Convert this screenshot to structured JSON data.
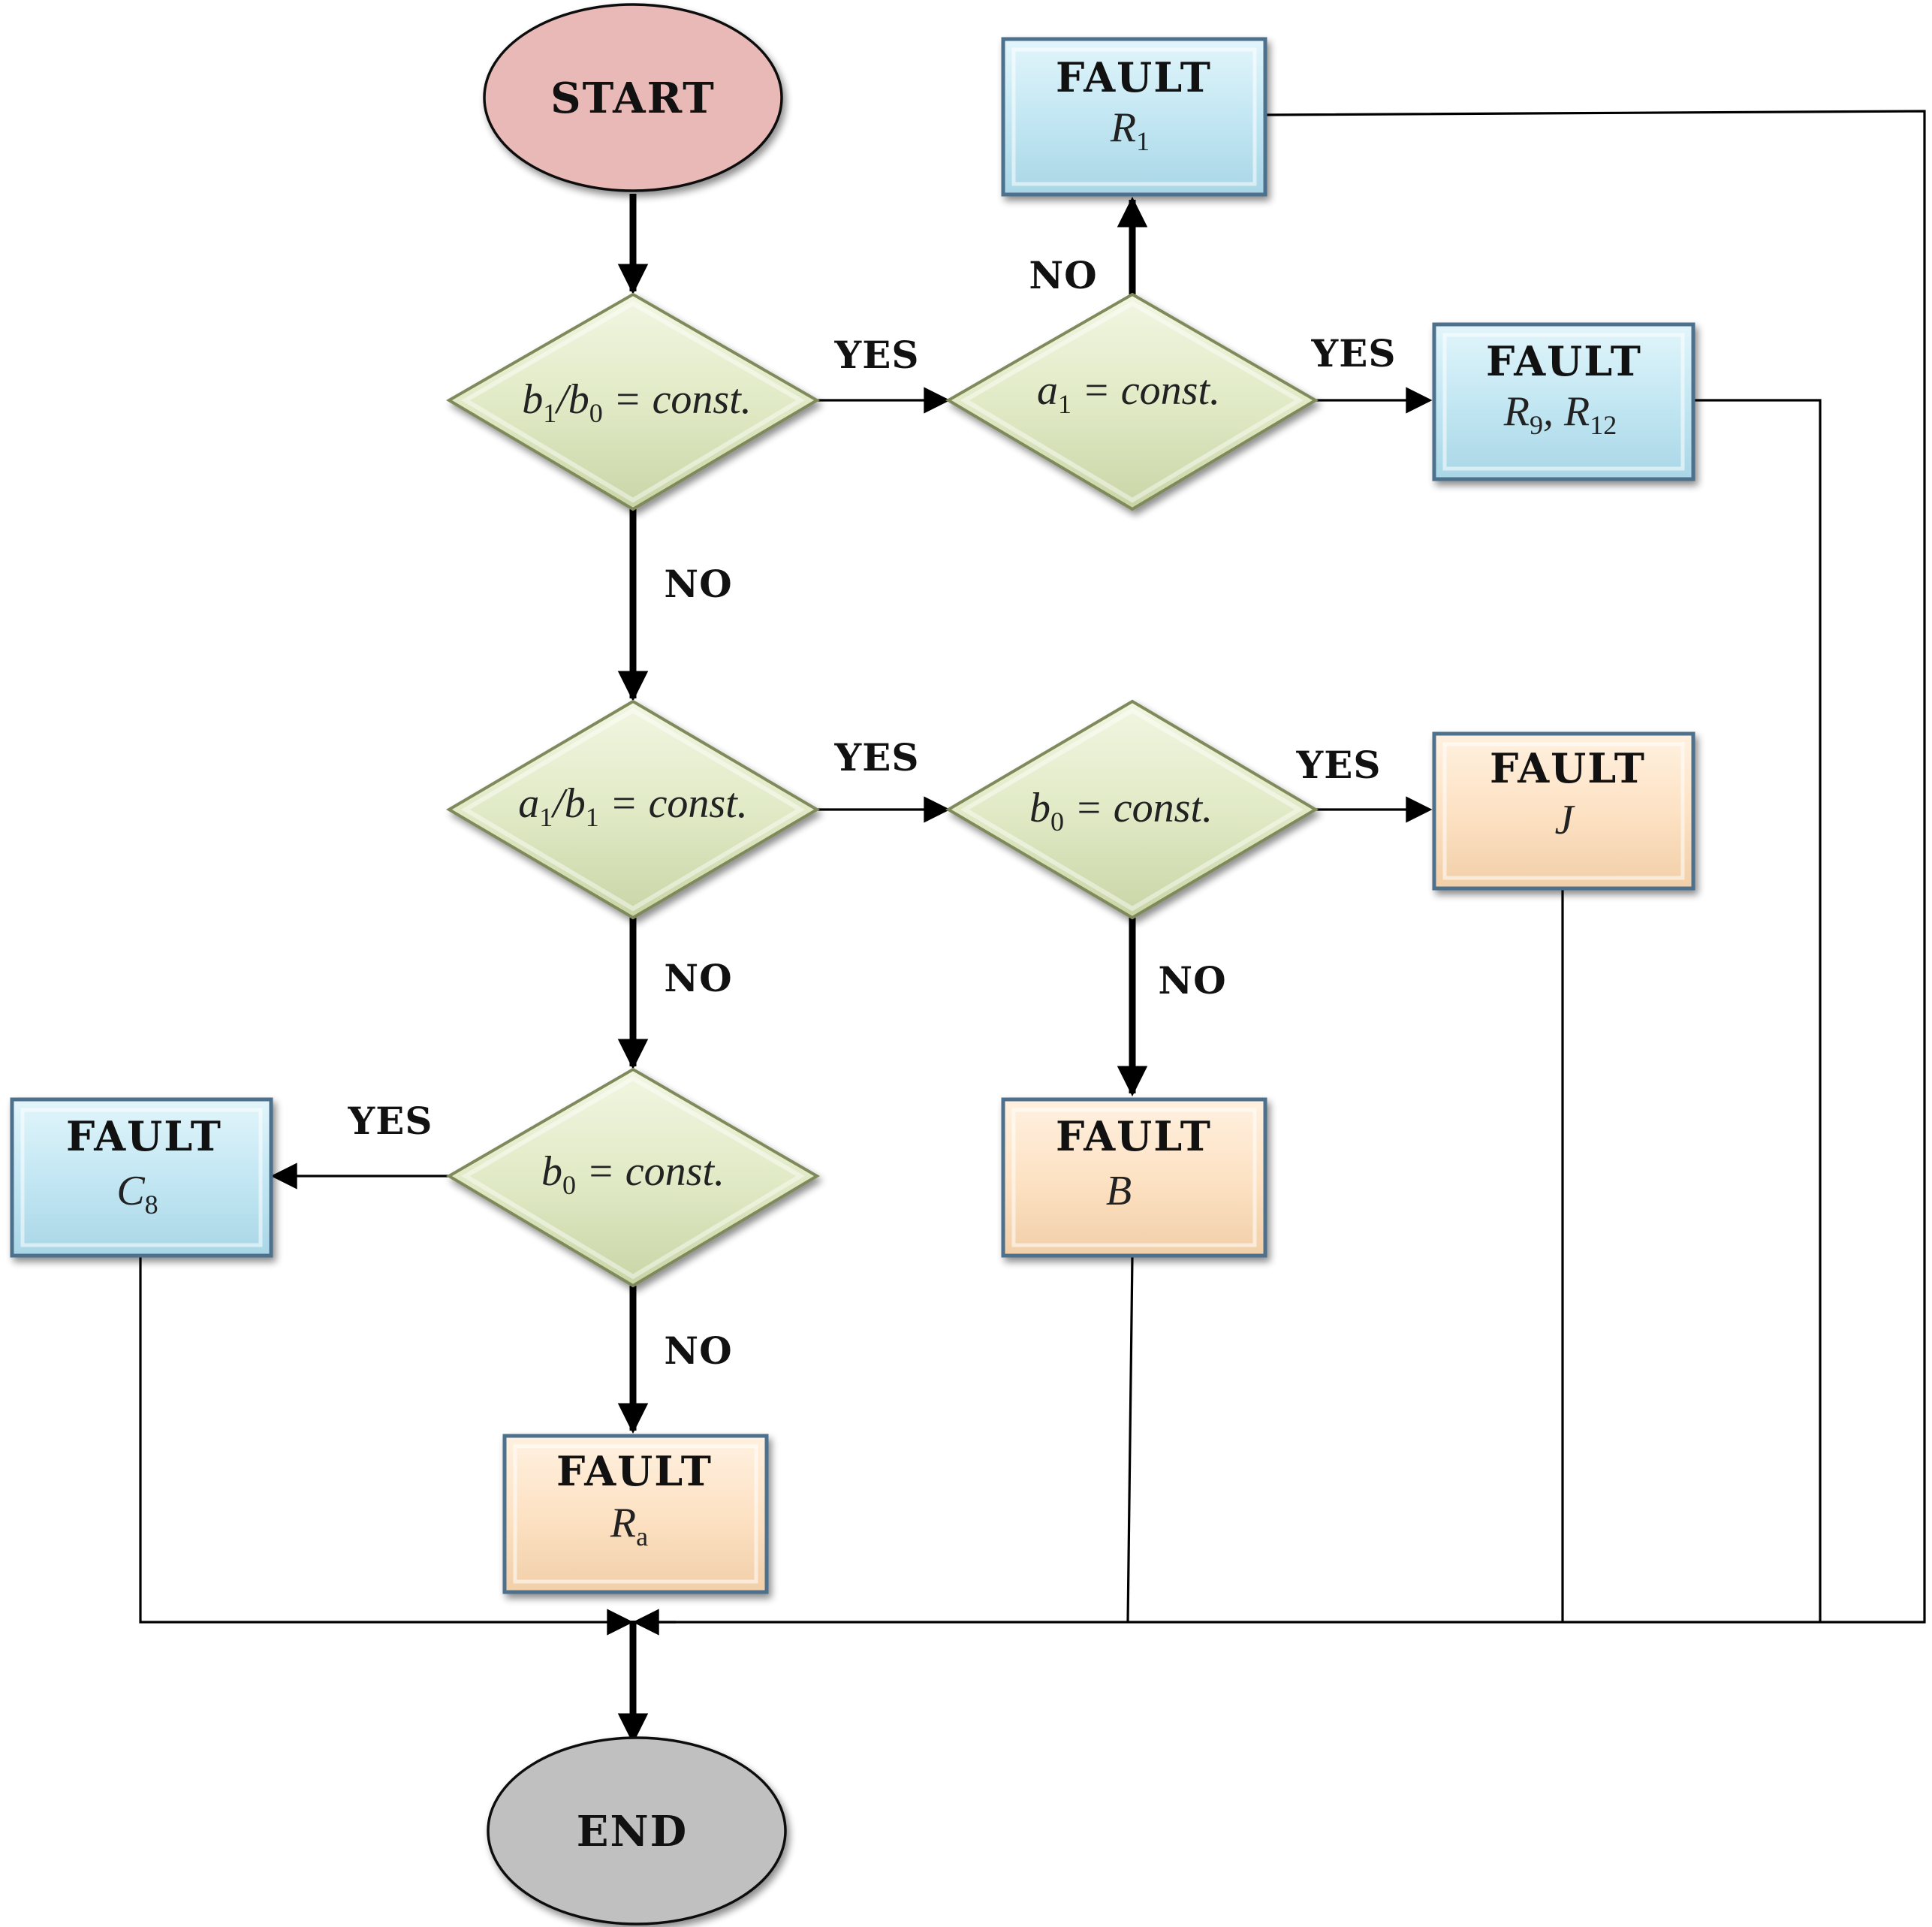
{
  "start": {
    "label": "START"
  },
  "end": {
    "label": "END"
  },
  "decisions": {
    "d1": {
      "var": "b",
      "sub": "1",
      "mid": "/",
      "var2": "b",
      "sub2": "0",
      "rhs": " = const."
    },
    "d2": {
      "var": "a",
      "sub": "1",
      "rhs": " = const."
    },
    "d3": {
      "var": "a",
      "sub": "1",
      "mid": "/",
      "var2": "b",
      "sub2": "1",
      "rhs": " = const."
    },
    "d4": {
      "var": "b",
      "sub": "0",
      "rhs": " = const."
    },
    "d5": {
      "var": "b",
      "sub": "0",
      "rhs": " = const."
    }
  },
  "faults": {
    "r1": {
      "title": "FAULT",
      "var": "R",
      "sub": "1"
    },
    "r9r12": {
      "title": "FAULT",
      "var": "R",
      "sub": "9",
      "sep": ", ",
      "var2": "R",
      "sub2": "12"
    },
    "j": {
      "title": "FAULT",
      "var": "J"
    },
    "b": {
      "title": "FAULT",
      "var": "B"
    },
    "c8": {
      "title": "FAULT",
      "var": "C",
      "sub": "8"
    },
    "ra": {
      "title": "FAULT",
      "var": "R",
      "sub": "a"
    }
  },
  "edge_labels": {
    "d1_yes": "YES",
    "d1_no": "NO",
    "d2_yes": "YES",
    "d2_no": "NO",
    "d3_yes": "YES",
    "d3_no": "NO",
    "d4_yes": "YES",
    "d4_no": "NO",
    "d5_yes": "YES",
    "d5_no": "NO"
  },
  "colors": {
    "start_fill": "#e8b9b6",
    "end_fill": "#c0c0c0",
    "decision_fill": "#e4ecca",
    "blue_fault_fill": "#c6e8f3",
    "orange_fault_fill": "#fde3c6",
    "box_border": "#5a7a95"
  }
}
